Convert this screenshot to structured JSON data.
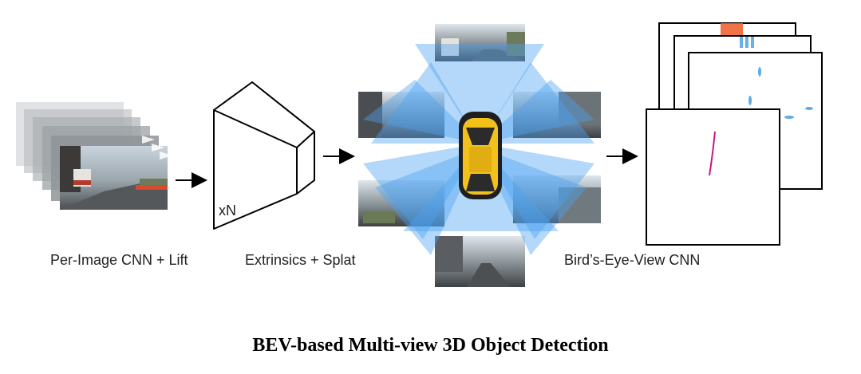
{
  "labels": {
    "stage1": "Per-Image CNN + Lift",
    "stage2": "Extrinsics + Splat",
    "stage3": "Bird’s-Eye-View CNN",
    "multiplier": "xN"
  },
  "caption": "BEV-based Multi-view 3D Object Detection",
  "colors": {
    "frustum_blue": "#4da3f0",
    "car_yellow": "#f2c21b",
    "bev_magenta": "#c2188a",
    "bev_orange": "#f05a28",
    "bev_blue": "#2a8fe0"
  }
}
